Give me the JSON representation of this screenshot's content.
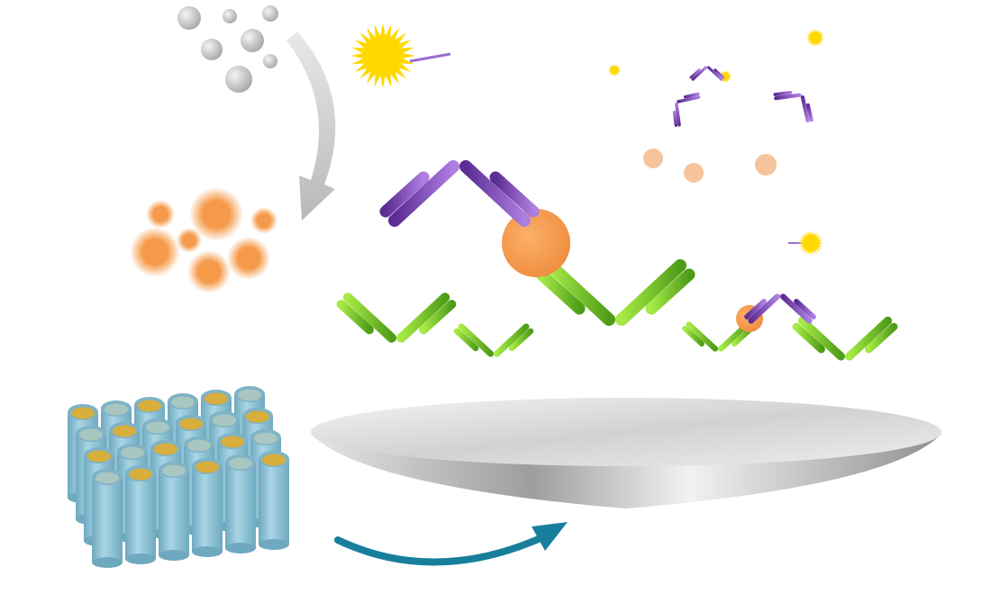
{
  "illustration": {
    "subject": "antibody-assay-diagram",
    "colors": {
      "capture_antibody_light": "#a6ea45",
      "capture_antibody_dark": "#4f9c18",
      "detection_antibody_light": "#ae7ee2",
      "detection_antibody_dark": "#5b2c92",
      "antigen": "#f59a4a",
      "antigen_free": "#f6c49c",
      "label_sun": "#ffd800",
      "plate_body": "#8ec4d8",
      "plate_well_yellow": "#d8ae3c",
      "plate_well_gray": "#a9c6c0",
      "surface": "#d9d9d9",
      "arrow_gray": "#c8c8c8",
      "arrow_teal": "#177f9c"
    },
    "icons": [
      "gray-particles",
      "orange-particles",
      "curved-arrow-icon",
      "sun-label-icon",
      "microplate-icon",
      "curved-teal-arrow-icon"
    ]
  }
}
